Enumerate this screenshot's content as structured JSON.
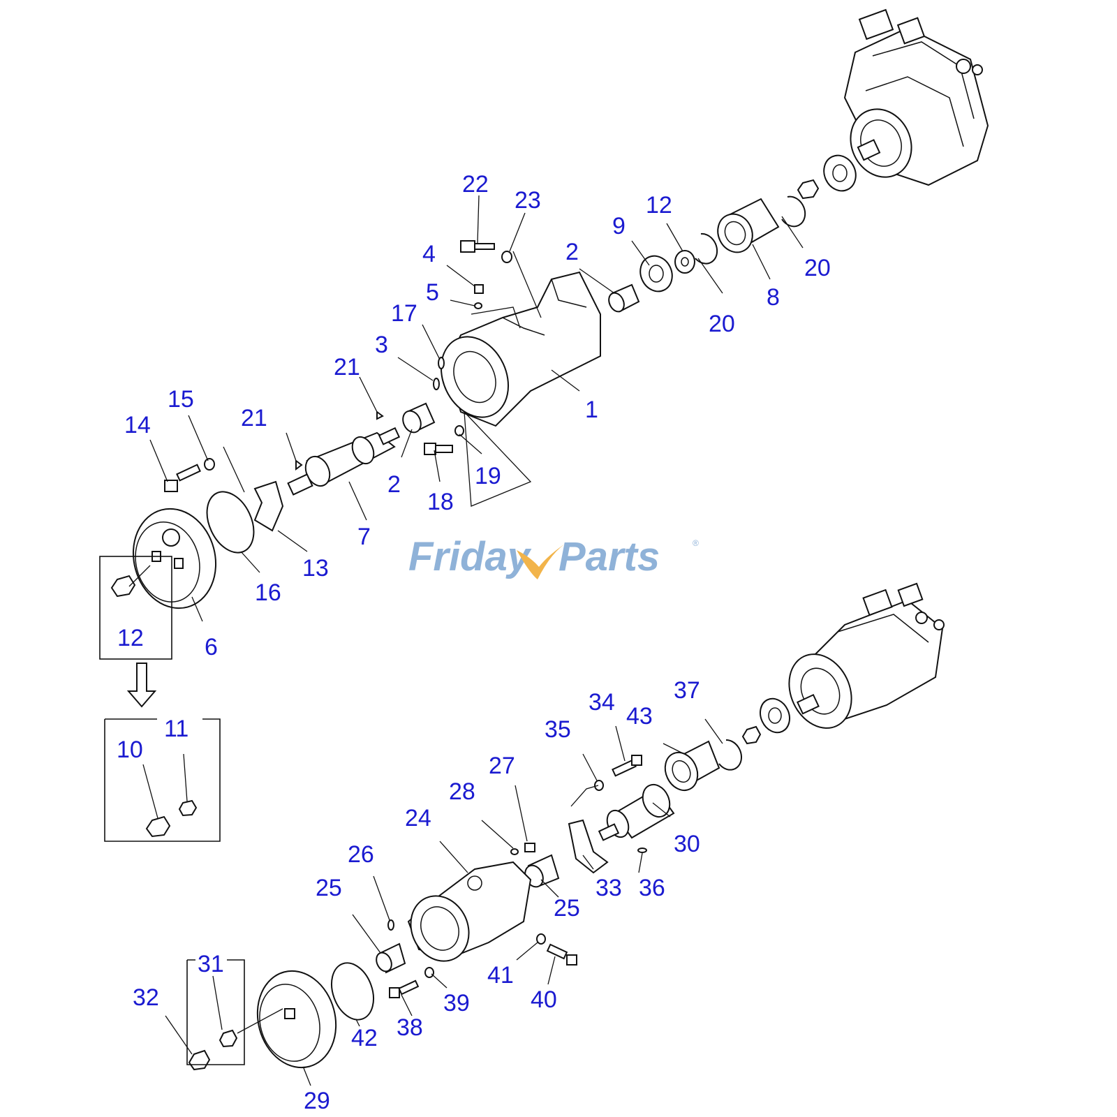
{
  "logo": {
    "part1": "Friday",
    "part2": "Parts",
    "reg": "®",
    "colors": {
      "text": "#8fb2d8",
      "swoosh": "#f2b44a"
    }
  },
  "callout_color": "#1a1ad0",
  "callouts": {
    "upper": [
      "22",
      "23",
      "4",
      "5",
      "17",
      "3",
      "21",
      "21",
      "15",
      "14",
      "2",
      "2",
      "18",
      "19",
      "7",
      "1",
      "9",
      "12",
      "20",
      "20",
      "8",
      "13",
      "16",
      "6",
      "12"
    ],
    "group_lower": [
      "10",
      "11"
    ],
    "lower": [
      "37",
      "34",
      "43",
      "35",
      "27",
      "28",
      "24",
      "26",
      "25",
      "25",
      "30",
      "33",
      "36",
      "31",
      "32",
      "29",
      "42",
      "38",
      "39",
      "41",
      "40"
    ]
  }
}
